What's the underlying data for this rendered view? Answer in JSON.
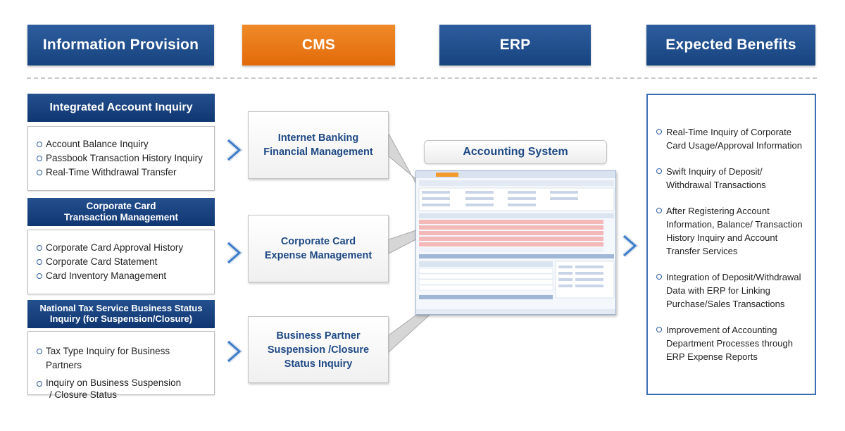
{
  "headers": {
    "info": "Information Provision",
    "cms": "CMS",
    "erp": "ERP",
    "benefits": "Expected Benefits"
  },
  "left": [
    {
      "title": "Integrated Account Inquiry",
      "items": [
        "Account Balance Inquiry",
        "Passbook Transaction History Inquiry",
        "Real-Time Withdrawal Transfer"
      ]
    },
    {
      "title_lines": [
        "Corporate Card",
        "Transaction Management"
      ],
      "items": [
        "Corporate Card Approval History",
        "Corporate Card Statement",
        "Card Inventory Management"
      ]
    },
    {
      "title_lines": [
        "National Tax Service Business Status",
        "Inquiry (for Suspension/Closure)"
      ],
      "items": [
        "Tax Type Inquiry for Business Partners",
        "Inquiry on Business Suspension",
        "/ Closure Status"
      ]
    }
  ],
  "cms": [
    {
      "lines": [
        "Internet Banking",
        "Financial Management"
      ]
    },
    {
      "lines": [
        "Corporate Card",
        "Expense Management"
      ]
    },
    {
      "lines": [
        "Business Partner",
        "Suspension /Closure",
        "Status Inquiry"
      ]
    }
  ],
  "erp": {
    "title": "Accounting System"
  },
  "benefits": [
    [
      "Real-Time Inquiry of Corporate",
      "Card Usage/Approval Information"
    ],
    [
      "Swift Inquiry of Deposit/",
      "Withdrawal Transactions"
    ],
    [
      "After Registering Account",
      "Information, Balance/ Transaction",
      "History Inquiry and Account",
      "Transfer Services"
    ],
    [
      "Integration of Deposit/Withdrawal",
      "Data with ERP for Linking",
      "Purchase/Sales Transactions"
    ],
    [
      "Improvement of Accounting",
      "Department Processes through",
      "ERP Expense Reports"
    ]
  ],
  "colors": {
    "navy": "#17447f",
    "orange": "#e26a08",
    "text_blue": "#1f4a85",
    "border_blue": "#3a6eb4"
  }
}
